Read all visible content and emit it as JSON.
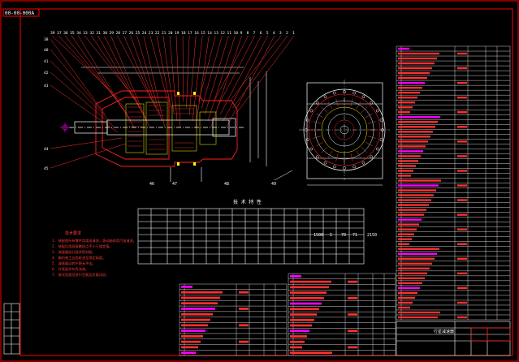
{
  "colors": {
    "background": "#000000",
    "frame": "#ff0000",
    "line": "#ffffff",
    "text": "#ffffff",
    "highlight": "#ff00ff",
    "cut": "#ffff00"
  },
  "drawing": {
    "stamp_top_left": "00-00-000A",
    "top_callouts": [
      "39",
      "37",
      "36",
      "35",
      "34",
      "33",
      "32",
      "31",
      "30",
      "29",
      "28",
      "27",
      "26",
      "25",
      "24",
      "23",
      "22",
      "21",
      "20",
      "19",
      "18",
      "17",
      "16",
      "15",
      "14",
      "13",
      "12",
      "11",
      "10",
      "9",
      "8",
      "7",
      "6",
      "5",
      "4",
      "3",
      "2",
      "1"
    ],
    "left_callouts": [
      "38",
      "40",
      "41",
      "42",
      "43",
      "44",
      "45"
    ],
    "bottom_callouts": [
      "46",
      "47",
      "48",
      "49"
    ],
    "table_title": "技 术 特 性",
    "notes_title": "技术要求",
    "notes": [
      "1. 装配前所有零件用煤油清洗，滚动轴承用汽油清洗。",
      "2. 装配后齿面接触斑点不小于规定值。",
      "3. 减速器剖分面涂密封胶。",
      "4. 箱内装工业齿轮油至规定高度。",
      "5. 减速器运转平稳无冲击。",
      "6. 外表面涂灰色油漆。",
      "7. 按试验规范进行空载及负载试验，"
    ],
    "numbers_in_table": [
      "1500",
      "5",
      "70",
      "71",
      "2150"
    ],
    "title_block_name": "行星减速器"
  }
}
